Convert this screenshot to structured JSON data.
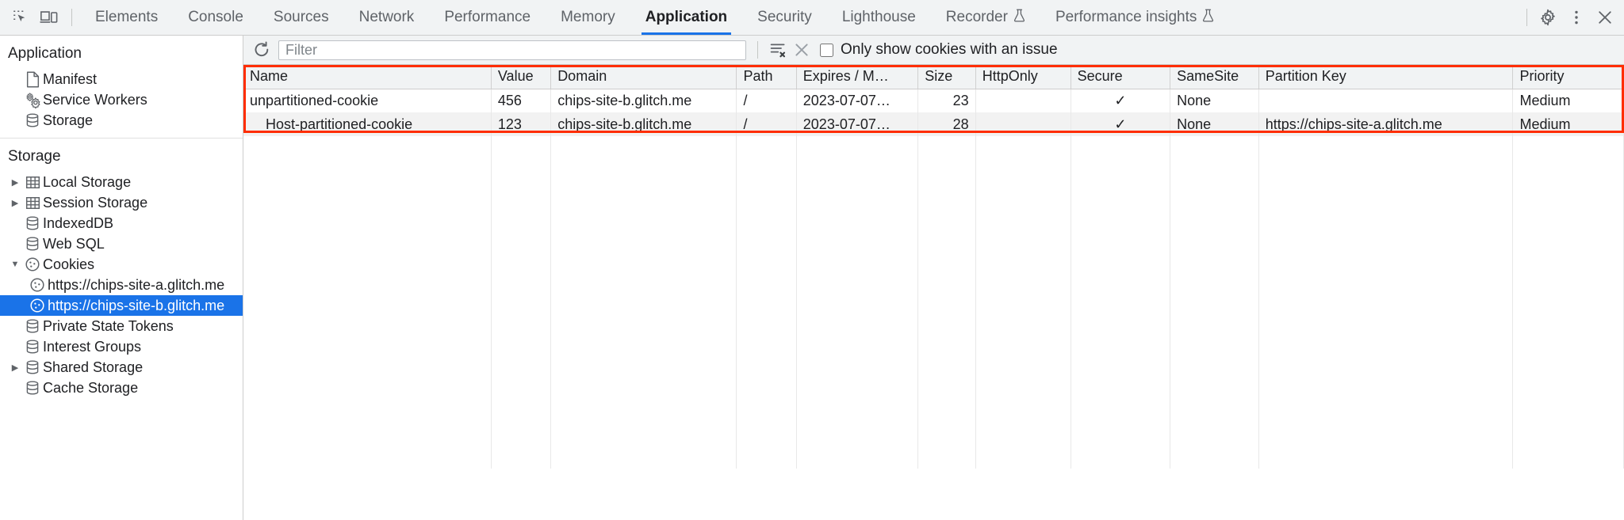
{
  "toolbar": {
    "inspect_icon": "inspect-element-icon",
    "device_icon": "device-toolbar-icon",
    "tabs": [
      {
        "label": "Elements",
        "active": false,
        "experimental": false
      },
      {
        "label": "Console",
        "active": false,
        "experimental": false
      },
      {
        "label": "Sources",
        "active": false,
        "experimental": false
      },
      {
        "label": "Network",
        "active": false,
        "experimental": false
      },
      {
        "label": "Performance",
        "active": false,
        "experimental": false
      },
      {
        "label": "Memory",
        "active": false,
        "experimental": false
      },
      {
        "label": "Application",
        "active": true,
        "experimental": false
      },
      {
        "label": "Security",
        "active": false,
        "experimental": false
      },
      {
        "label": "Lighthouse",
        "active": false,
        "experimental": false
      },
      {
        "label": "Recorder",
        "active": false,
        "experimental": true
      },
      {
        "label": "Performance insights",
        "active": false,
        "experimental": true
      }
    ],
    "settings_icon": "gear-icon",
    "more_icon": "kebab-menu-icon",
    "close_icon": "close-icon",
    "accent_color": "#1a73e8"
  },
  "sidebar": {
    "application": {
      "title": "Application",
      "items": [
        {
          "label": "Manifest",
          "icon": "document-icon",
          "indent": 1,
          "twisty": "none",
          "selected": false
        },
        {
          "label": "Service Workers",
          "icon": "gears-icon",
          "indent": 1,
          "twisty": "none",
          "selected": false
        },
        {
          "label": "Storage",
          "icon": "database-icon",
          "indent": 1,
          "twisty": "none",
          "selected": false
        }
      ]
    },
    "storage": {
      "title": "Storage",
      "items": [
        {
          "label": "Local Storage",
          "icon": "table-icon",
          "indent": 1,
          "twisty": "collapsed",
          "selected": false
        },
        {
          "label": "Session Storage",
          "icon": "table-icon",
          "indent": 1,
          "twisty": "collapsed",
          "selected": false
        },
        {
          "label": "IndexedDB",
          "icon": "database-icon",
          "indent": 1,
          "twisty": "none",
          "selected": false
        },
        {
          "label": "Web SQL",
          "icon": "database-icon",
          "indent": 1,
          "twisty": "none",
          "selected": false
        },
        {
          "label": "Cookies",
          "icon": "cookie-icon",
          "indent": 1,
          "twisty": "expanded",
          "selected": false
        },
        {
          "label": "https://chips-site-a.glitch.me",
          "icon": "cookie-icon",
          "indent": 2,
          "twisty": "none",
          "selected": false
        },
        {
          "label": "https://chips-site-b.glitch.me",
          "icon": "cookie-icon",
          "indent": 2,
          "twisty": "none",
          "selected": true
        },
        {
          "label": "Private State Tokens",
          "icon": "database-icon",
          "indent": 1,
          "twisty": "none",
          "selected": false
        },
        {
          "label": "Interest Groups",
          "icon": "database-icon",
          "indent": 1,
          "twisty": "none",
          "selected": false
        },
        {
          "label": "Shared Storage",
          "icon": "database-icon",
          "indent": 1,
          "twisty": "collapsed",
          "selected": false
        },
        {
          "label": "Cache Storage",
          "icon": "database-icon",
          "indent": 1,
          "twisty": "none",
          "selected": false
        }
      ]
    }
  },
  "filterbar": {
    "refresh_icon": "refresh-icon",
    "filter_placeholder": "Filter",
    "filter_value": "",
    "clear_filter_icon": "clear-filter-icon",
    "clear_all_icon": "clear-all-cookies-icon",
    "issue_checkbox_label": "Only show cookies with an issue",
    "issue_checkbox_checked": false
  },
  "table": {
    "highlight_color": "#ff2d00",
    "columns": [
      "Name",
      "Value",
      "Domain",
      "Path",
      "Expires / M…",
      "Size",
      "HttpOnly",
      "Secure",
      "SameSite",
      "Partition Key",
      "Priority"
    ],
    "rows": [
      {
        "name": "unpartitioned-cookie",
        "value": "456",
        "domain": "chips-site-b.glitch.me",
        "path": "/",
        "expires": "2023-07-07…",
        "size": "23",
        "httponly": "",
        "secure": "✓",
        "samesite": "None",
        "partition_key": "",
        "priority": "Medium"
      },
      {
        "name": "__Host-partitioned-cookie",
        "value": "123",
        "domain": "chips-site-b.glitch.me",
        "path": "/",
        "expires": "2023-07-07…",
        "size": "28",
        "httponly": "",
        "secure": "✓",
        "samesite": "None",
        "partition_key": "https://chips-site-a.glitch.me",
        "priority": "Medium"
      }
    ]
  }
}
